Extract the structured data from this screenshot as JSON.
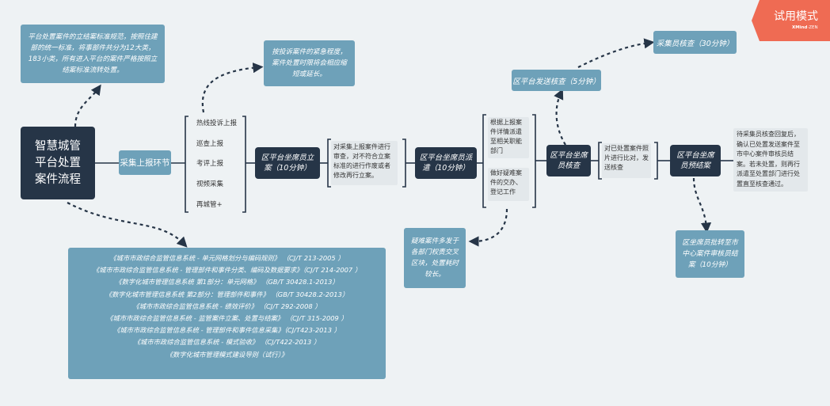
{
  "badge": {
    "label": "试用模式",
    "logo": "XMind: ZEN"
  },
  "root": {
    "line1": "智慧城管",
    "line2": "平台处置",
    "line3": "案件流程"
  },
  "note_standard": {
    "text": "平台处置案件的立结案标准规范，按照住建部的统一标准，将事部件共分为12大类，183小类，所有进入平台的案件严格按照立结案标准流转处置。"
  },
  "note_urgency": {
    "text": "按投诉案件的紧急程度，案件处置时限将会相应缩短或延长。"
  },
  "collect": {
    "label": "采集上报环节"
  },
  "sources": [
    "热线投诉上报",
    "巡查上报",
    "考评上报",
    "视频采集",
    "再城管+"
  ],
  "step_register": {
    "label": "区平台坐席员立案（10分钟）"
  },
  "note_review": {
    "text": "对采集上报案件进行审查，对不符合立案标准的进行作废或者修改再行立案。"
  },
  "step_dispatch": {
    "label": "区平台坐席员派遣（10分钟）"
  },
  "dispatch_notes": [
    "根据上报案件详情派遣至相关职能部门",
    "做好疑难案件的交办、登记工作"
  ],
  "note_difficult": {
    "text": "疑难案件多发于各部门权责交叉区块，处置耗时较长。"
  },
  "step_verify": {
    "label": "区平台坐席员核查"
  },
  "step_send": {
    "label": "区平台发送核查（5分钟）"
  },
  "step_collector": {
    "label": "采集员核查（30分钟）"
  },
  "note_photo": {
    "text": "对已处置案件照片进行比对，发送核查"
  },
  "step_close": {
    "label": "区平台坐席员预结案"
  },
  "note_close": {
    "text": "待采集员核查回复后，确认已处置发送案件至市中心案件审核员结案。若未处置，则再行派遣至处置部门进行处置直至核查通过。"
  },
  "step_final": {
    "label": "区坐席员批转至市中心案件审核员结案（10分钟）"
  },
  "standards": [
    "《城市市政综合监管信息系统 - 单元网格划分与编码规则》 （CJ/T 213-2005 ）",
    "《城市市政综合监管信息系统 - 管理部件和事件分类、编码及数据要求》（CJ/T 214-2007 ）",
    "《数字化城市管理信息系统 第1部分：单元网格》 （GB/T 30428.1-2013）",
    "《数字化城市管理信息系统 第2部分：管理部件和事件》 （GB/T 30428.2-2013）",
    "《城市市政综合监管信息系统 - 绩效评价》 （CJ/T 292-2008 ）",
    "《城市市政综合监管信息系统 - 监管案件立案、处置与结案》 （CJ/T 315-2009 ）",
    "《城市市政综合监管信息系统 - 管理部件和事件信息采集》（CJ/T423-2013 ）",
    "《城市市政综合监管信息系统 - 模式验收》 （CJ/T422-2013 ）",
    "《数字化城市管理模式建设导则（试行）》"
  ],
  "colors": {
    "dark": "#263547",
    "mid": "#6ea1b9",
    "light": "#e3e8eb",
    "badge": "#ef6b53",
    "bg": "#eef2f4"
  }
}
